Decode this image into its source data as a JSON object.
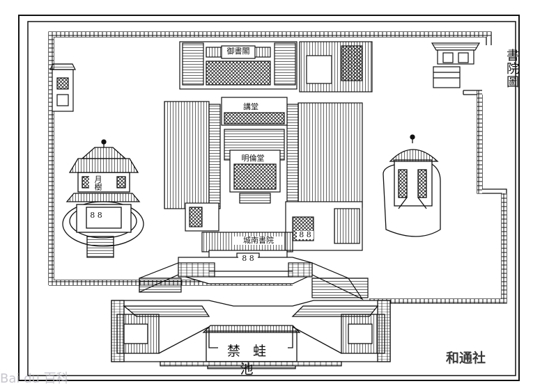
{
  "title": "書院圖",
  "gate_label": "禁蛙池",
  "plaques": {
    "hall_top": "御書閣",
    "lecture_hall": "講堂",
    "ming_lun": "明倫堂",
    "moon_pavilion": "月樹",
    "gate_hall": "城南書院",
    "gate_doors": "8 8",
    "side_left": "8 8",
    "side_right": "8 8"
  },
  "watermark": {
    "right_text": "和通社",
    "left_text": "Bai du 百科"
  },
  "colors": {
    "ink": "#111111",
    "paper": "#ffffff",
    "watermark_right": "#3a3a3a",
    "watermark_left": "#b4b4be"
  }
}
